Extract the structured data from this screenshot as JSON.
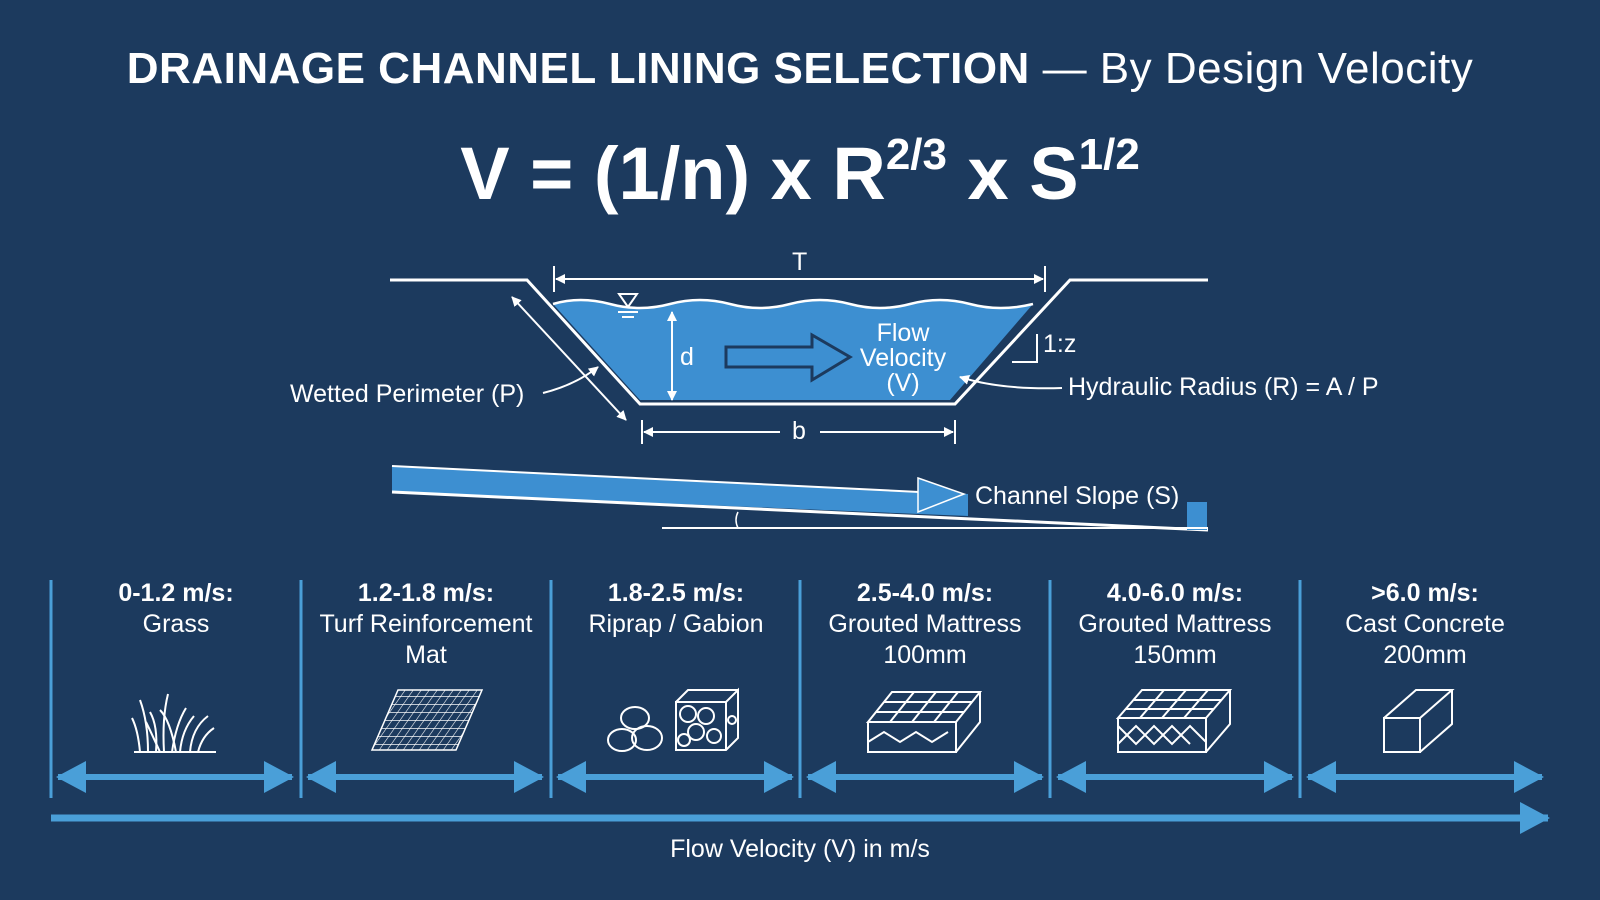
{
  "title": {
    "bold": "DRAINAGE CHANNEL LINING SELECTION",
    "light": "— By Design Velocity"
  },
  "formula": {
    "base": "V = (1/n) x R",
    "exp1": "2/3",
    "mid": " x S",
    "exp2": "1/2"
  },
  "diagram": {
    "top_width_label": "T",
    "depth_label": "d",
    "bottom_width_label": "b",
    "side_slope_label": "1:z",
    "flow_label": "Flow\nVelocity\n(V)",
    "wetted_perimeter_label": "Wetted Perimeter (P)",
    "hydraulic_radius_label": "Hydraulic Radius (R) = A / P",
    "slope_label": "Channel Slope (S)"
  },
  "linings": [
    {
      "range": "0-1.2 m/s:",
      "name": "Grass",
      "icon": "grass-icon"
    },
    {
      "range": "1.2-1.8 m/s:",
      "name": "Turf Reinforcement\nMat",
      "icon": "mesh-mat-icon"
    },
    {
      "range": "1.8-2.5 m/s:",
      "name": "Riprap / Gabion",
      "icon": "rocks-gabion-icon"
    },
    {
      "range": "2.5-4.0 m/s:",
      "name": "Grouted Mattress\n100mm",
      "icon": "grouted-mattress-icon"
    },
    {
      "range": "4.0-6.0 m/s:",
      "name": "Grouted Mattress\n150mm",
      "icon": "grouted-mattress-thick-icon"
    },
    {
      "range": ">6.0 m/s:",
      "name": "Cast Concrete\n200mm",
      "icon": "concrete-block-icon"
    }
  ],
  "axis_label": "Flow Velocity (V) in m/s",
  "colors": {
    "background": "#1c3a5e",
    "water": "#3d8fd1",
    "accent": "#4a9fd8",
    "line": "#ffffff"
  }
}
